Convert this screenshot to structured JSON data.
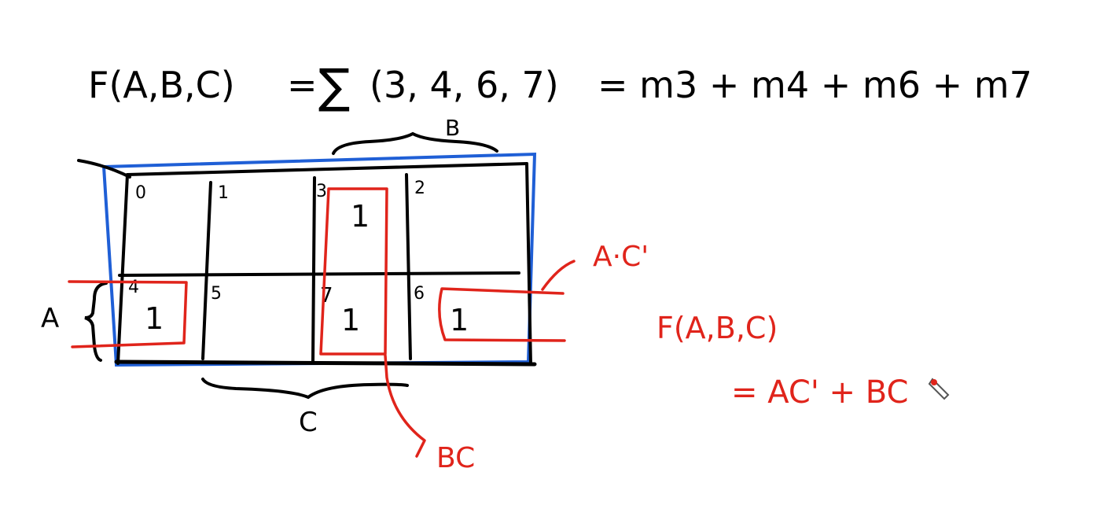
{
  "equation": {
    "function": "F(A,B,C)",
    "equals": "=",
    "sum_symbol": "∑",
    "minterm_list": "(3, 4, 6, 7)",
    "expanded": "= m3 + m4 + m6 + m7"
  },
  "kmap": {
    "variables": {
      "row": "A",
      "top": "B",
      "bottom": "C"
    },
    "cells": [
      {
        "index": "0",
        "value": ""
      },
      {
        "index": "1",
        "value": ""
      },
      {
        "index": "3",
        "value": "1"
      },
      {
        "index": "2",
        "value": ""
      },
      {
        "index": "4",
        "value": "1"
      },
      {
        "index": "5",
        "value": ""
      },
      {
        "index": "7",
        "value": "1"
      },
      {
        "index": "6",
        "value": "1"
      }
    ]
  },
  "groups": {
    "wrap_group_label": "A·C'",
    "column_group_label": "BC"
  },
  "result": {
    "lhs": "F(A,B,C)",
    "rhs": "= AC' + BC"
  },
  "colors": {
    "ink": "#000000",
    "grid_outline": "#1f5fd6",
    "grouping": "#e0241b"
  }
}
